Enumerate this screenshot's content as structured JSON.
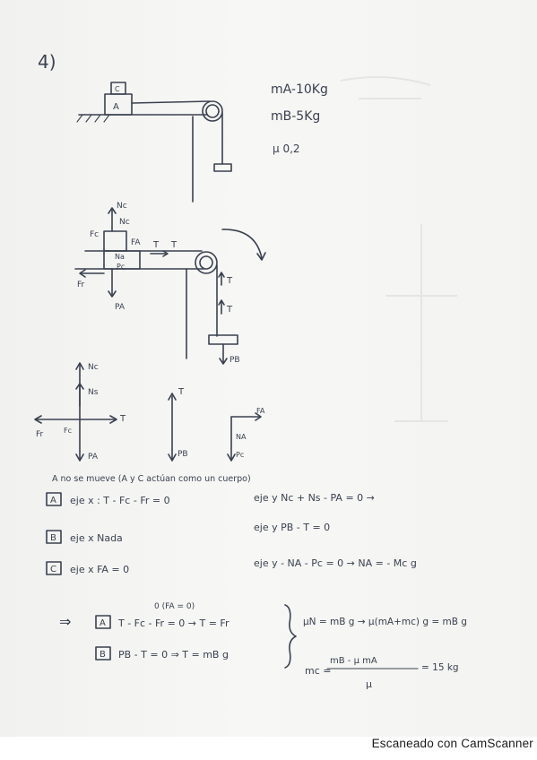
{
  "problem_number": "4)",
  "given": {
    "ma": "mA-10Kg",
    "mb": "mB-5Kg",
    "mu": "μ 0,2"
  },
  "fbd_labels": {
    "nc": "Nc",
    "na_top": "Nc",
    "fc": "Fc",
    "fa": "FA",
    "t1": "T",
    "t2": "T",
    "na_mid": "Na",
    "pc": "Pc",
    "fr": "Fr",
    "pa": "PA",
    "t_vert1": "T",
    "t_vert2": "T",
    "pb": "PB"
  },
  "axes_labels": {
    "nc": "Nc",
    "ns": "Ns",
    "t": "T",
    "fr": "Fr",
    "fc": "Fc",
    "pa": "PA",
    "t_b": "T",
    "pb": "PB",
    "fa": "FA",
    "na": "NA",
    "pc": "Pc"
  },
  "note": "A no se mueve (A y C actúan como un cuerpo)",
  "equations": {
    "a_box": "A",
    "a_x": "eje x :  T - Fc - Fr = 0",
    "a_y": "eje y   Nc + Ns - PA = 0 →",
    "b_box": "B",
    "b_x": "eje x   Nada",
    "b_y": "eje y   PB - T = 0",
    "c_box": "C",
    "c_x": "eje x   FA = 0",
    "c_y": "eje y  - NA - Pc = 0 → NA = - Mc g"
  },
  "solution": {
    "fa_note": "0 (FA = 0)",
    "arrow": "⇒",
    "a_box": "A",
    "a_eq": "T - Fc - Fr = 0  →  T = Fr",
    "b_box": "B",
    "b_eq": "PB - T = 0  ⇒  T = mB g",
    "mu_eq": "μN = mB g → μ(mA+mc) g = mB g",
    "mc_label": "mc =",
    "mc_num": "mB - μ mA",
    "mc_den": "μ",
    "mc_result": "= 15 kg"
  },
  "footer": "Escaneado con CamScanner"
}
